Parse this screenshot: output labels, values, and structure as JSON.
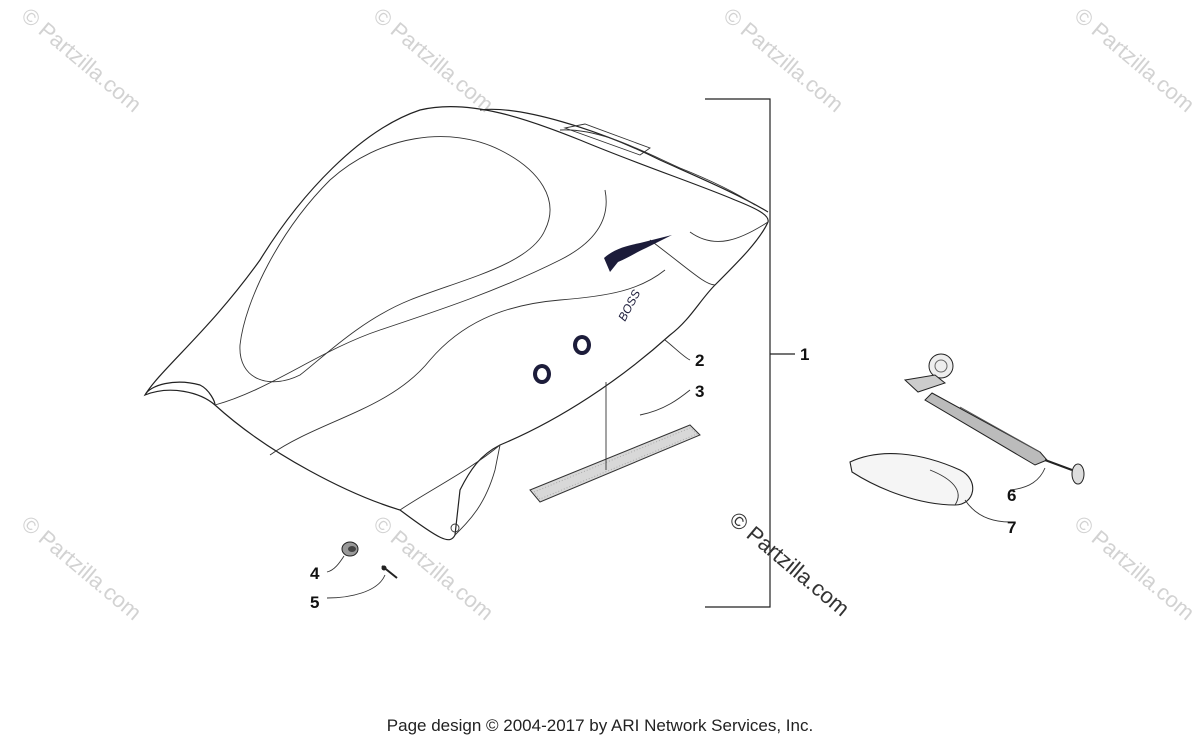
{
  "watermark": "© Partzilla.com",
  "center_watermark": "© Partzilla.com",
  "seat_logo_text": "BOSS",
  "callouts": {
    "c1": "1",
    "c2": "2",
    "c3": "3",
    "c4": "4",
    "c5": "5",
    "c6": "6",
    "c7": "7"
  },
  "footer": "Page design © 2004-2017 by ARI Network Services, Inc."
}
